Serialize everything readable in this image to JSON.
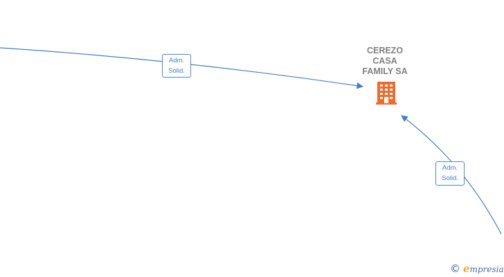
{
  "company": {
    "name_lines": [
      "CEREZO",
      "CASA",
      "FAMILY SA"
    ],
    "icon": "building-icon",
    "icon_color": "#f26a2b"
  },
  "edges": [
    {
      "role_lines": [
        "Adm.",
        "Solid."
      ]
    },
    {
      "role_lines": [
        "Adm.",
        "Solid."
      ]
    }
  ],
  "colors": {
    "edge": "#3f7fcf",
    "text": "#808080"
  },
  "watermark": {
    "symbol": "©",
    "initial": "e",
    "rest": "mpresia"
  }
}
